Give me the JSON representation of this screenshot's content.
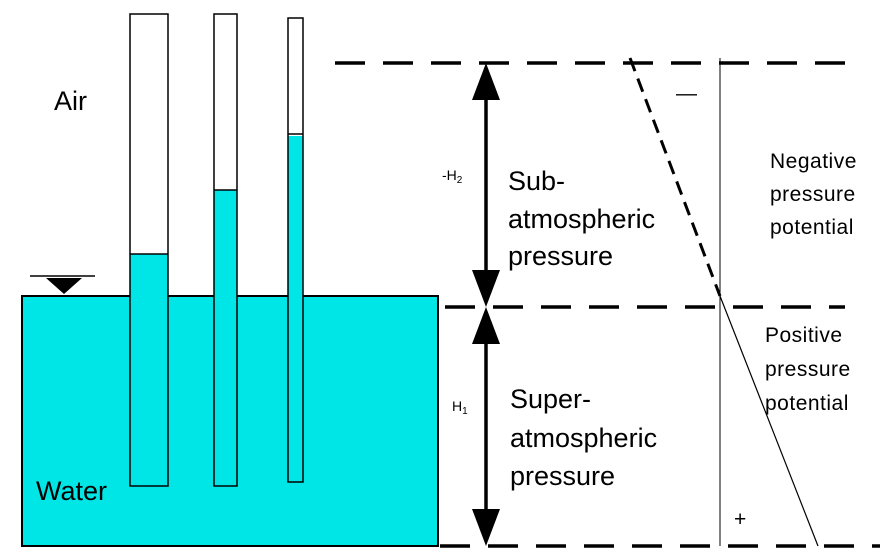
{
  "colors": {
    "water": "#00e5e5",
    "line": "#000000",
    "background": "#ffffff"
  },
  "labels": {
    "air": "Air",
    "water": "Water",
    "h2": "-H",
    "h2_sub": "2",
    "h1": "H",
    "h1_sub": "1",
    "sub_atm_line1": "Sub-",
    "sub_atm_line2": "atmospheric",
    "sub_atm_line3": "pressure",
    "super_atm_line1": "Super-",
    "super_atm_line2": "atmospheric",
    "super_atm_line3": "pressure",
    "neg_line1": "Negative",
    "neg_line2": "pressure",
    "neg_line3": "potential",
    "pos_line1": "Positive",
    "pos_line2": "pressure",
    "pos_line3": "potential",
    "minus_sign": "—",
    "plus_sign": "+"
  },
  "icons": {
    "water_level": "water-surface-triangle-icon"
  }
}
